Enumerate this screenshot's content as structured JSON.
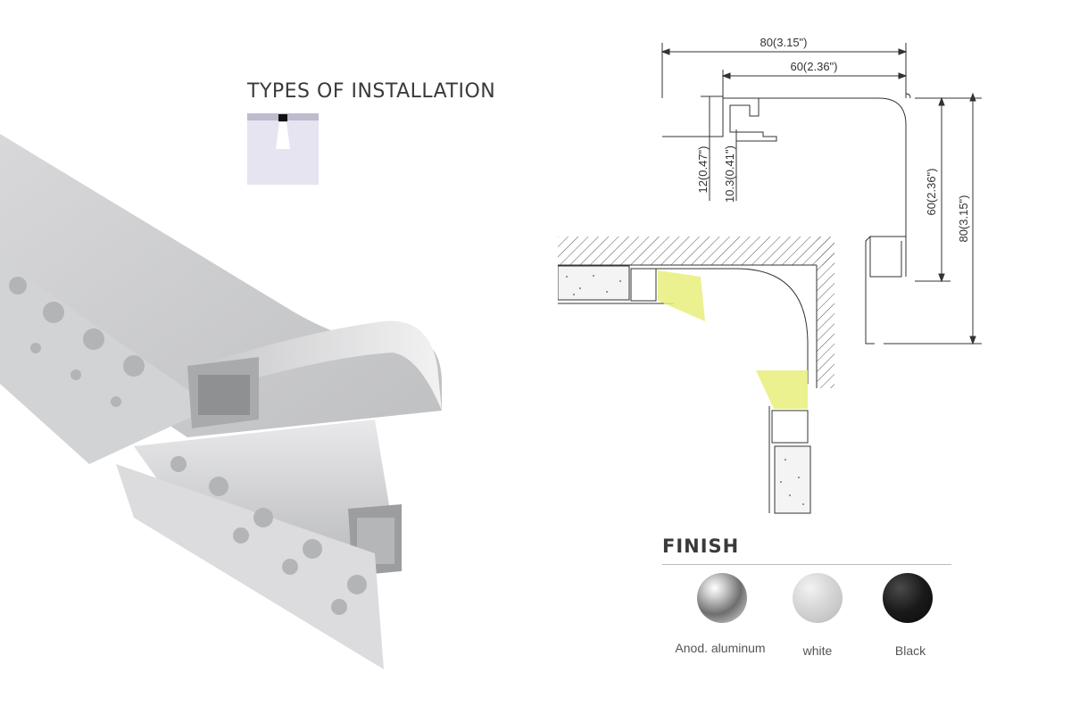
{
  "installation": {
    "title": "TYPES OF INSTALLATION"
  },
  "dimensions": {
    "total_width": "80(3.15\")",
    "inner_width": "60(2.36\")",
    "lip_height": "12(0.47\")",
    "channel_height": "10.3(0.41\")",
    "inner_height": "60(2.36\")",
    "total_height": "80(3.15\")"
  },
  "finish": {
    "title": "FINISH",
    "options": [
      {
        "label": "Anod. aluminum",
        "color": "#9a9a9a"
      },
      {
        "label": "white",
        "color": "#d6d6d6"
      },
      {
        "label": "Black",
        "color": "#1a1a1a"
      }
    ]
  },
  "colors": {
    "light_beam": "#e8ee7a",
    "aluminum": "#c9c9cb",
    "text": "#333333"
  }
}
